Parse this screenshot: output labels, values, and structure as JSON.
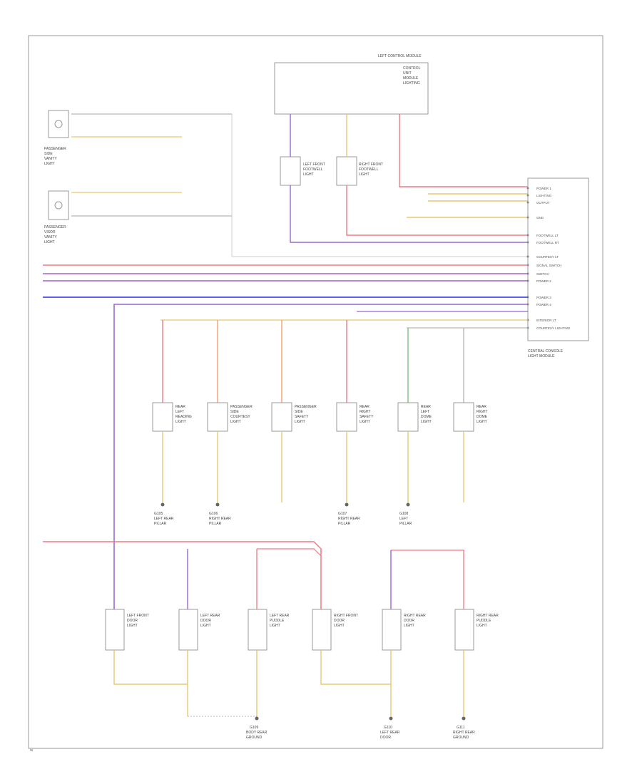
{
  "colors": {
    "pink": "#f07a82",
    "purple": "#9966cc",
    "violet": "#a060d8",
    "blue": "#4a4aee",
    "yellow": "#e6c870",
    "grey": "#b8b8b8",
    "green": "#7fc07f",
    "orange": "#f4a070",
    "brown": "#8a5a3a"
  },
  "top_module": {
    "title": "LEFT CONTROL MODULE",
    "lines": [
      "CONTROL",
      "UNIT",
      "MODULE",
      "LIGHTING"
    ]
  },
  "left_components": [
    {
      "label": [
        "PASSENGER",
        "SIDE",
        "VANITY",
        "LIGHT"
      ]
    },
    {
      "label": [
        "PASSENGER",
        "VISOR",
        "VANITY",
        "LIGHT"
      ]
    }
  ],
  "right_connector": {
    "title": [
      "CENTRAL CONSOLE",
      "LIGHT MODULE"
    ],
    "pins": [
      "POWER 1",
      "LIGHTING",
      "OUTPUT",
      "GND",
      "FOOTWELL LT",
      "FOOTWELL RT",
      "COURTESY LT",
      "SIGNAL SWITCH",
      "SWITCH",
      "POWER 2",
      "POWER 3",
      "POWER 4",
      "INTERIOR LT",
      "COURTESY LIGHTING"
    ]
  },
  "middle_lamps": [
    {
      "label": [
        "LEFT FRONT",
        "FOOTWELL",
        "LIGHT"
      ]
    },
    {
      "label": [
        "RIGHT FRONT",
        "FOOTWELL",
        "LIGHT"
      ]
    }
  ],
  "row_lamps": [
    {
      "label": [
        "REAR",
        "LEFT",
        "READING",
        "LIGHT"
      ],
      "ground": [
        "G105",
        "LEFT REAR",
        "PILLAR"
      ]
    },
    {
      "label": [
        "PASSENGER",
        "SIDE",
        "COURTESY",
        "LIGHT"
      ],
      "ground": [
        "G106",
        "RIGHT REAR",
        "PILLAR"
      ]
    },
    {
      "label": [
        "PASSENGER",
        "SIDE",
        "SAFETY",
        "LIGHT"
      ],
      "ground": []
    },
    {
      "label": [
        "REAR",
        "RIGHT",
        "SAFETY",
        "LIGHT"
      ],
      "ground": [
        "G107",
        "RIGHT REAR",
        "PILLAR"
      ]
    },
    {
      "label": [
        "REAR",
        "LEFT",
        "DOME",
        "LIGHT"
      ],
      "ground": [
        "G108",
        "LEFT",
        "PILLAR"
      ]
    },
    {
      "label": [
        "REAR",
        "RIGHT",
        "DOME",
        "LIGHT"
      ],
      "ground": []
    }
  ],
  "bottom_lamps": [
    {
      "label": [
        "LEFT FRONT",
        "DOOR",
        "LIGHT"
      ]
    },
    {
      "label": [
        "LEFT REAR",
        "DOOR",
        "LIGHT"
      ]
    },
    {
      "label": [
        "LEFT REAR",
        "PUDDLE",
        "LIGHT"
      ]
    },
    {
      "label": [
        "RIGHT FRONT",
        "DOOR",
        "LIGHT"
      ]
    },
    {
      "label": [
        "RIGHT REAR",
        "DOOR",
        "LIGHT"
      ]
    },
    {
      "label": [
        "RIGHT REAR",
        "PUDDLE",
        "LIGHT"
      ]
    }
  ],
  "bottom_grounds": [
    [
      "G109",
      "BODY REAR",
      "GROUND"
    ],
    [
      "G110",
      "LEFT REAR",
      "DOOR"
    ],
    [
      "G111",
      "RIGHT REAR",
      "GROUND"
    ]
  ]
}
